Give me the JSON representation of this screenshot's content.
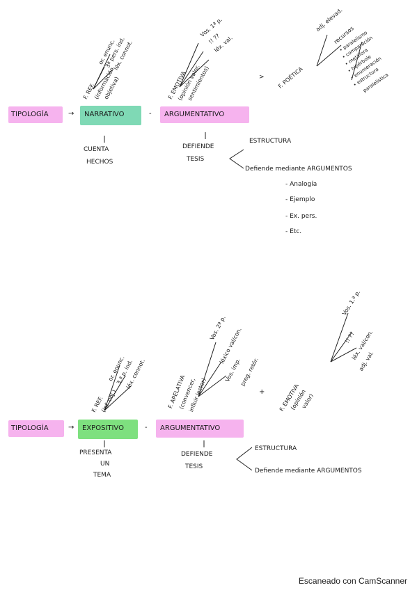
{
  "top": {
    "tipologia": "TIPOLOGÍA",
    "arrow1": "→",
    "narrativo": "NARRATIVO",
    "dash": "-",
    "argumentativo": "ARGUMENTATIVO",
    "cuenta": "CUENTA",
    "hechos": "HECHOS",
    "defiende": "DEFIENDE",
    "tesis": "TESIS",
    "estructura": "ESTRUCTURA",
    "mediante": "Defiende mediante ARGUMENTOS",
    "list": [
      "- Analogía",
      "- Ejemplo",
      "- Ex. pers.",
      "- Etc."
    ],
    "fref": "F. REF.",
    "fref_sub1": "(información",
    "fref_sub2": "objetiva)",
    "fref_b1": "3ª pers. ind.",
    "fref_b2": "or. enunc.",
    "fref_b3": "léx. connot.",
    "femotiva": "F. EMOTIVA",
    "femotiva_sub1": "(opinión valor.",
    "femotiva_sub2": "sentimientos)",
    "femotiva_b1": "Vos. 1ª p.",
    "femotiva_b2": "!! ??",
    "femotiva_b3": "léx. val.",
    "gt": ">",
    "fpoetica": "F. POÉTICA",
    "fpoetica_b1": "adj. elevad.",
    "fpoetica_b2": "recursos",
    "fpoetica_items": [
      "• paralelismo",
      "• comparación",
      "• metáfora",
      "• hipérbole",
      "• enumeración",
      "• estructura",
      "paralelística"
    ]
  },
  "bottom": {
    "tipologia": "TIPOLOGÍA",
    "arrow1": "→",
    "expositivo": "EXPOSITIVO",
    "dash": "-",
    "argumentativo": "ARGUMENTATIVO",
    "presenta": "PRESENTA",
    "un": "UN",
    "tema": "TEMA",
    "defiende": "DEFIENDE",
    "tesis": "TESIS",
    "estructura": "ESTRUCTURA",
    "mediante": "Defiende mediante ARGUMENTOS",
    "fref": "F. REF.",
    "fref_sub": "(inf. obj.)",
    "fref_b1": "or. enunc.",
    "fref_b2": "3.ª p. ind.",
    "fref_b3": "léx. connot.",
    "fapelativa": "F. APELATIVA",
    "fapelativa_sub1": "(convencer,",
    "fapelativa_sub2": "influir lector)",
    "fapelativa_b1": "Vos. 2ª p.",
    "fapelativa_b2": "léxico val/con.",
    "fapelativa_b3": "Vos. imp.",
    "fapelativa_b4": "preg. retór.",
    "plus": "+",
    "femotiva": "F. EMOTIVA",
    "femotiva_sub1": "(opinión",
    "femotiva_sub2": "valor)",
    "femotiva_b1": "Vos. 1.ª p.",
    "femotiva_b2": "!! ??",
    "femotiva_b3": "léx. val/con.",
    "femotiva_b4": "adj. val."
  },
  "footer": "Escaneado con CamScanner"
}
